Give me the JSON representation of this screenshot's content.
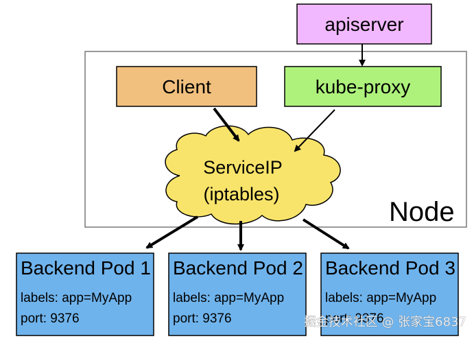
{
  "diagram": {
    "apiserver": {
      "label": "apiserver",
      "color": "#f2b8ff"
    },
    "node": {
      "label": "Node"
    },
    "client": {
      "label": "Client",
      "color": "#f2c07e"
    },
    "kube_proxy": {
      "label": "kube-proxy",
      "color": "#aef27c"
    },
    "service_ip": {
      "line1": "ServiceIP",
      "line2": "(iptables)",
      "color": "#f9e46b"
    },
    "pods": [
      {
        "title": "Backend Pod 1",
        "labels": "labels: app=MyApp",
        "port": "port: 9376"
      },
      {
        "title": "Backend Pod 2",
        "labels": "labels: app=MyApp",
        "port": "port: 9376"
      },
      {
        "title": "Backend Pod 3",
        "labels": "labels: app=MyApp",
        "port": "port: 9376"
      }
    ],
    "pod_color": "#6fb3ec"
  },
  "watermark": {
    "text": "掘金技术社区 @ 张家宝6837"
  }
}
